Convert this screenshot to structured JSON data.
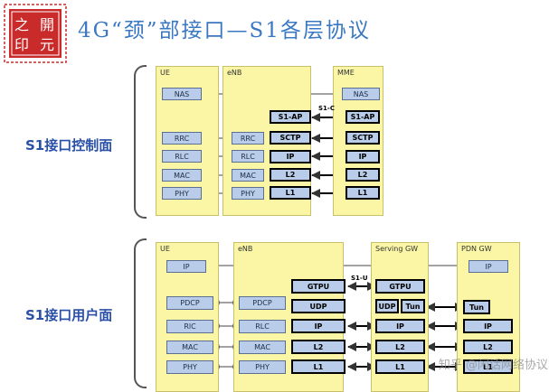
{
  "logo": {
    "text": "之開印元"
  },
  "title": "4G“颈”部接口—S1各层协议",
  "control": {
    "label": "S1接口控制面",
    "columns": {
      "ue": "UE",
      "enb": "eNB",
      "mme": "MME"
    },
    "ue_boxes": [
      "NAS",
      "RRC",
      "RLC",
      "MAC",
      "PHY"
    ],
    "enb_left": [
      "RRC",
      "RLC",
      "MAC",
      "PHY"
    ],
    "enb_right": [
      "S1-AP",
      "SCTP",
      "IP",
      "L2",
      "L1"
    ],
    "mme_boxes": [
      "NAS",
      "S1-AP",
      "SCTP",
      "IP",
      "L2",
      "L1"
    ],
    "interface": "S1-C"
  },
  "user": {
    "label": "S1接口用户面",
    "columns": {
      "ue": "UE",
      "enb": "eNB",
      "sgw": "Serving GW",
      "pgw": "PDN GW"
    },
    "ue_boxes": [
      "IP",
      "PDCP",
      "RlC",
      "MAC",
      "PHY"
    ],
    "enb_left": [
      "PDCP",
      "RLC",
      "MAC",
      "PHY"
    ],
    "enb_right": [
      "GTPU",
      "UDP",
      "IP",
      "L2",
      "L1"
    ],
    "sgw_boxes": [
      "GTPU",
      "UDP",
      "Tun",
      "IP",
      "L2",
      "L1"
    ],
    "pgw_boxes": [
      "IP",
      "Tun",
      "IP",
      "L2",
      "L1"
    ],
    "interface": "S1-U"
  },
  "watermark": "知乎 @闲话网络协议"
}
